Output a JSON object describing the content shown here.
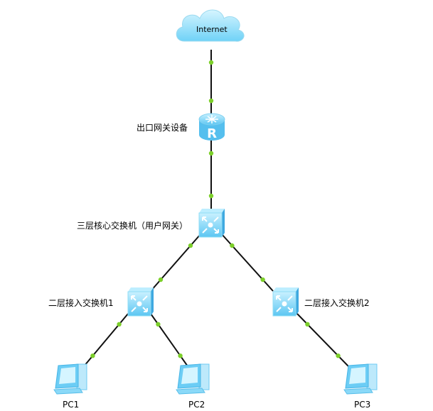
{
  "colors": {
    "link": "#111111",
    "port": "#7ccf2a",
    "device": "#7fd6f7",
    "device_dark": "#3fa9e0",
    "cloud": "#8fe0fb"
  },
  "nodes": [
    {
      "id": "internet",
      "type": "cloud",
      "label": "Internet"
    },
    {
      "id": "gateway",
      "type": "router",
      "label": "出口网关设备"
    },
    {
      "id": "core",
      "type": "switch",
      "label": "三层核心交换机（用户网关）"
    },
    {
      "id": "access1",
      "type": "switch",
      "label": "二层接入交换机1"
    },
    {
      "id": "access2",
      "type": "switch",
      "label": "二层接入交换机2"
    },
    {
      "id": "pc1",
      "type": "pc",
      "label": "PC1"
    },
    {
      "id": "pc2",
      "type": "pc",
      "label": "PC2"
    },
    {
      "id": "pc3",
      "type": "pc",
      "label": "PC3"
    }
  ],
  "links": [
    {
      "from": "internet",
      "to": "gateway"
    },
    {
      "from": "gateway",
      "to": "core"
    },
    {
      "from": "core",
      "to": "access1"
    },
    {
      "from": "core",
      "to": "access2"
    },
    {
      "from": "access1",
      "to": "pc1"
    },
    {
      "from": "access1",
      "to": "pc2"
    },
    {
      "from": "access2",
      "to": "pc3"
    }
  ]
}
